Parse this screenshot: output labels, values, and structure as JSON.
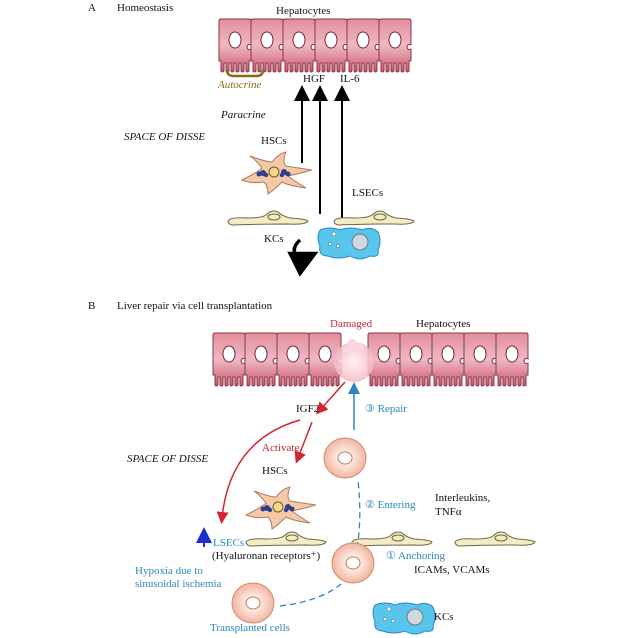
{
  "panel_a": {
    "letter": "A",
    "title": "Homeostasis",
    "hepatocytes_label": "Hepatocytes",
    "autocrine_label": "Autocrine",
    "hgf_label": "HGF",
    "il6_label": "IL-6",
    "paracrine_label": "Paracrine",
    "space_label": "SPACE OF DISSE",
    "hscs_label": "HSCs",
    "lsecs_label": "LSECs",
    "kcs_label": "KCs"
  },
  "panel_b": {
    "letter": "B",
    "title": "Liver repair via cell transplantation",
    "damaged_label": "Damaged",
    "hepatocytes_label": "Hepatocytes",
    "igf2_label": "IGF2",
    "repair_label": "③ Repair",
    "activate_label": "Activate",
    "space_label": "SPACE OF DISSE",
    "hscs_label": "HSCs",
    "entering_label": "② Entering",
    "interleukins_label": "Interleukins,",
    "tnf_label": "TNFα",
    "lsecs_label": "LSECs",
    "hyaluronan_label": "(Hyaluronan receptors⁺)",
    "anchoring_label": "① Anchoring",
    "icams_label": "ICAMs, VCAMs",
    "hypoxia_line1": "Hypoxia due to",
    "hypoxia_line2": "sinusoidal ischemia",
    "transplanted_label": "Transplanted cells",
    "kcs_label": "KCs"
  },
  "colors": {
    "hepatocyte": "#c85a6e",
    "hepatocyte_light": "#f2c2cc",
    "red_arrow": "#d4252e",
    "blue_arrow": "#2a86c0",
    "autocrine": "#8a6a12",
    "hsc": "#f5c9a8",
    "lsec": "#f3ecc4",
    "kc": "#58c6ec",
    "transplant": "#f6cdbf"
  }
}
